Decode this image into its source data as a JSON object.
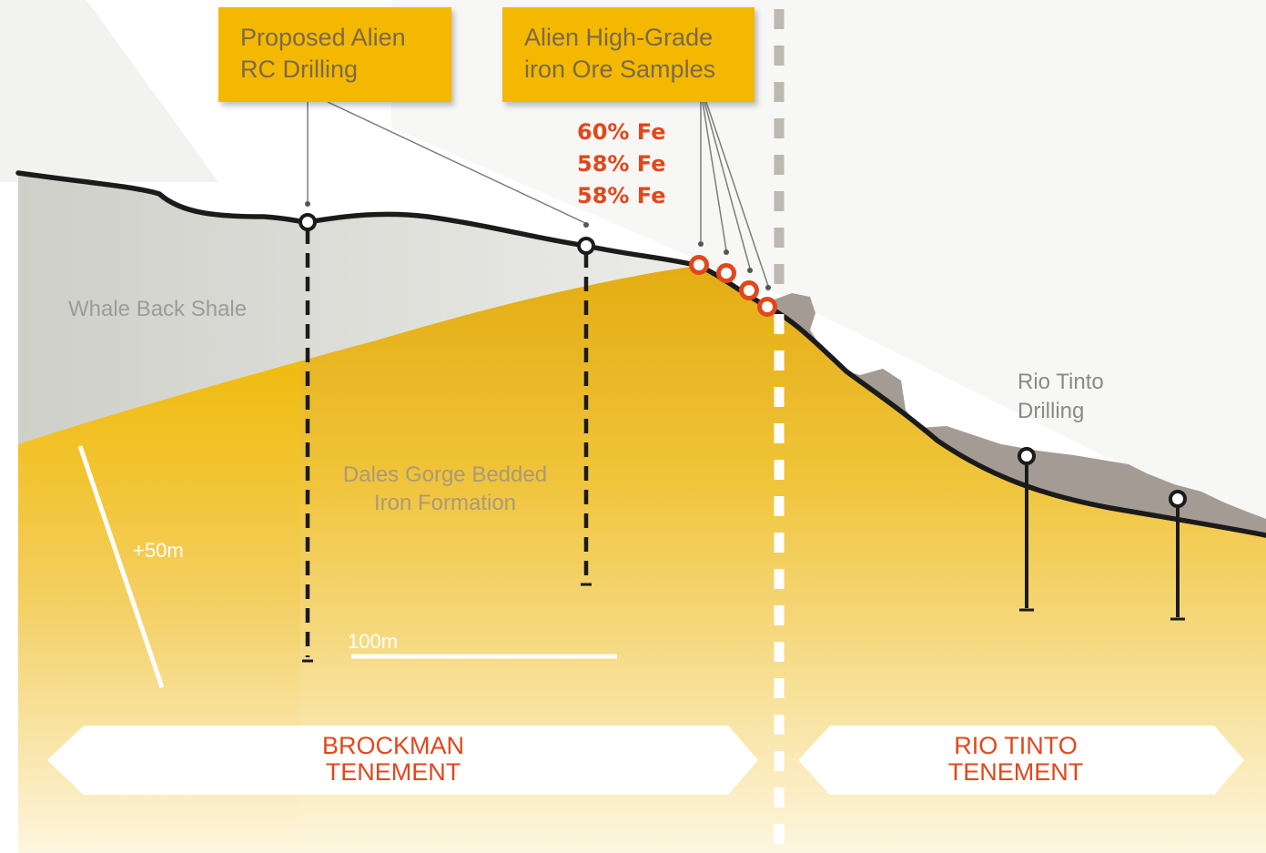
{
  "callouts": {
    "rc_drilling": {
      "line1": "Proposed Alien",
      "line2": "RC Drilling"
    },
    "ore_samples": {
      "line1": "Alien High-Grade",
      "line2": "iron Ore Samples"
    }
  },
  "assays": [
    "60% Fe",
    "58% Fe",
    "58% Fe"
  ],
  "labels": {
    "whale_back_shale": "Whale Back Shale",
    "dales_gorge_line1": "Dales Gorge Bedded",
    "dales_gorge_line2": "Iron Formation",
    "rio_tinto_drilling_line1": "Rio Tinto",
    "rio_tinto_drilling_line2": "Drilling",
    "vertical_scale": "+50m",
    "horizontal_scale": "100m"
  },
  "tenements": {
    "brockman": {
      "line1": "BROCKMAN",
      "line2": "TENEMENT"
    },
    "rio_tinto": {
      "line1": "RIO TINTO",
      "line2": "TENEMENT"
    }
  },
  "colors": {
    "ore_gold": "#f5b800",
    "sample_orange": "#e2471b",
    "shale_grey": "#d4d4d0",
    "outcrop_grey": "#a49c94"
  }
}
